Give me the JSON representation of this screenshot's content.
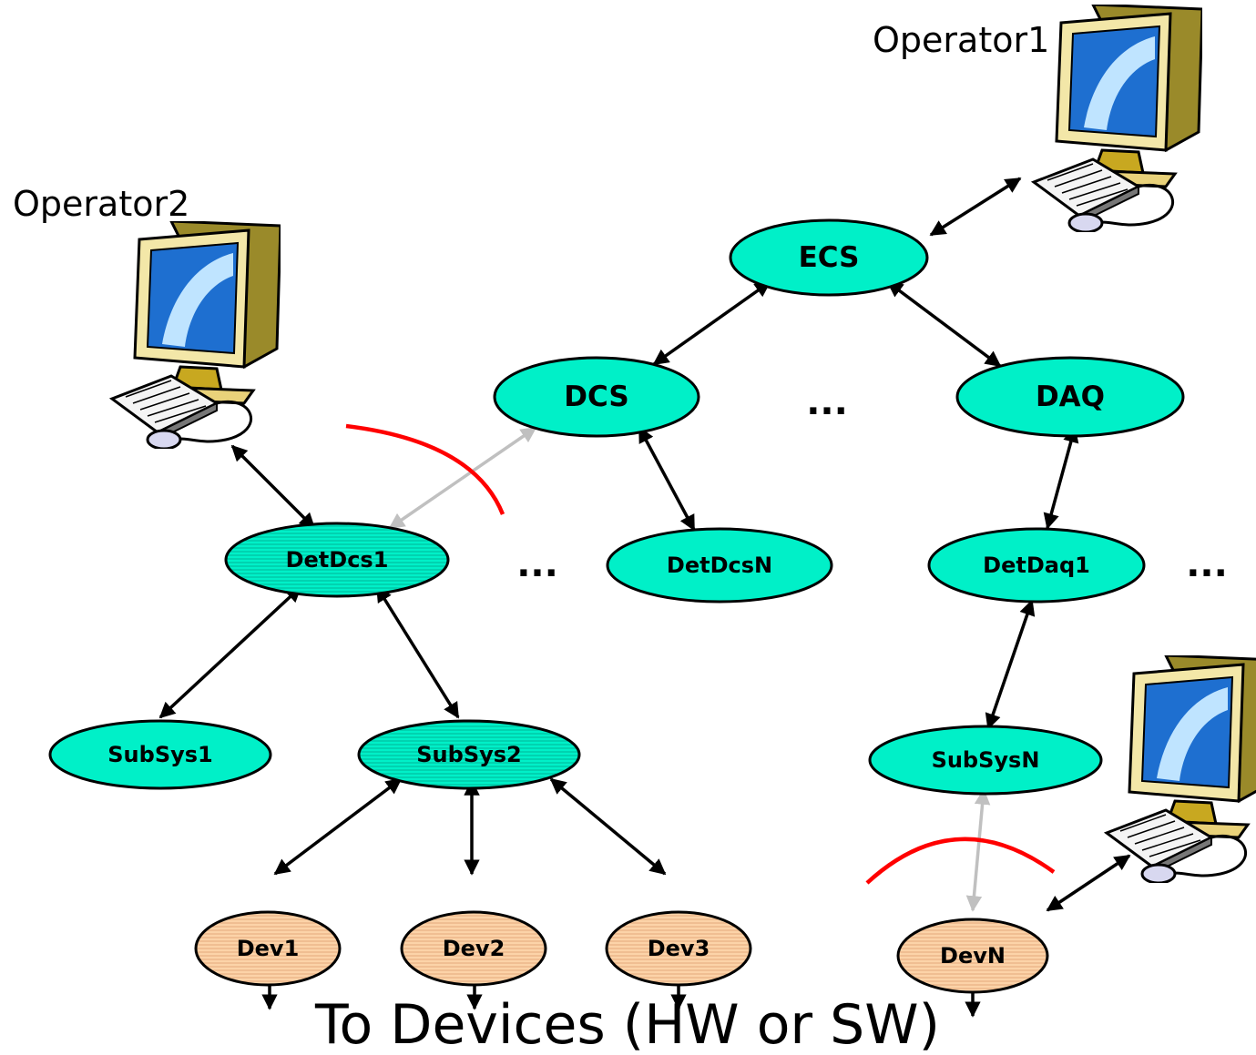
{
  "nodes": {
    "ecs": "ECS",
    "dcs": "DCS",
    "daq": "DAQ",
    "detdcs1": "DetDcs1",
    "detdcsn": "DetDcsN",
    "detdaq1": "DetDaq1",
    "subsys1": "SubSys1",
    "subsys2": "SubSys2",
    "subsysn": "SubSysN",
    "dev1": "Dev1",
    "dev2": "Dev2",
    "dev3": "Dev3",
    "devn": "DevN"
  },
  "operators": {
    "op1": "Operator1",
    "op2": "Operator2"
  },
  "ellipses": {
    "mid": "...",
    "left": "...",
    "right": "..."
  },
  "footer": "To Devices (HW or SW)",
  "colors": {
    "control_node": "#00f0c8",
    "device_node": "#fcd3a8",
    "ownership_arc": "#ff0000",
    "inactive_link": "#c0c0c0"
  },
  "icons": [
    "computer-icon",
    "computer-icon",
    "computer-icon"
  ]
}
